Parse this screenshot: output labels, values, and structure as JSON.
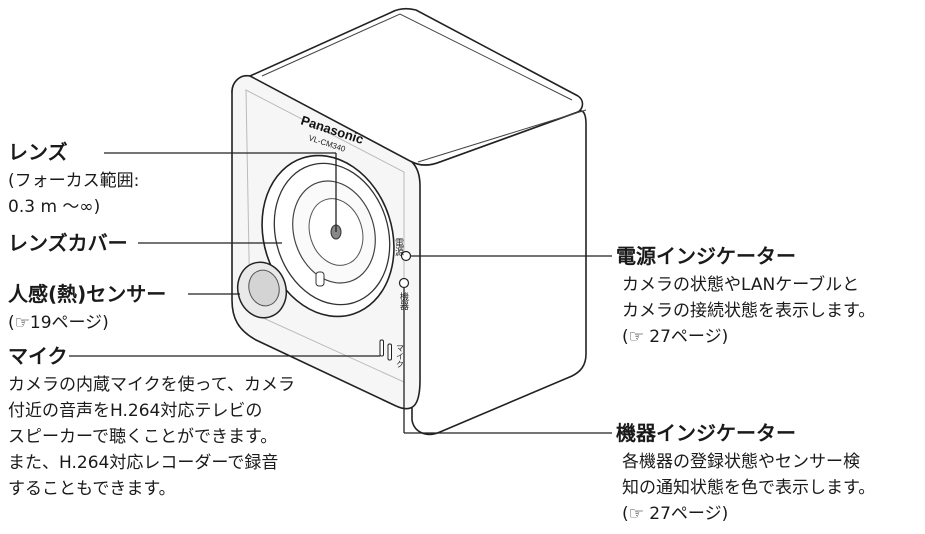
{
  "camera": {
    "brand": "Panasonic",
    "model": "VL-CM340",
    "power_indicator_mark": "電源",
    "device_indicator_mark": "機器",
    "mic_mark": "マイク"
  },
  "callouts": {
    "lens": {
      "title": "レンズ",
      "lines": [
        "(フォーカス範囲:",
        "0.3 m ～∞)"
      ]
    },
    "lens_cover": {
      "title": "レンズカバー"
    },
    "sensor": {
      "title": "人感(熱)センサー",
      "lines": [
        "(☞19ページ)"
      ]
    },
    "mic": {
      "title": "マイク",
      "lines": [
        "カメラの内蔵マイクを使って、カメラ",
        "付近の音声をH.264対応テレビの",
        "スピーカーで聴くことができます。",
        "また、H.264対応レコーダーで録音",
        "することもできます。"
      ]
    },
    "power_indicator": {
      "title": "電源インジケーター",
      "lines": [
        "カメラの状態やLANケーブルと",
        "カメラの接続状態を表示します。",
        "(☞ 27ページ)"
      ]
    },
    "device_indicator": {
      "title": "機器インジケーター",
      "lines": [
        "各機器の登録状態やセンサー検",
        "知の通知状態を色で表示します。",
        "(☞ 27ページ)"
      ]
    }
  }
}
